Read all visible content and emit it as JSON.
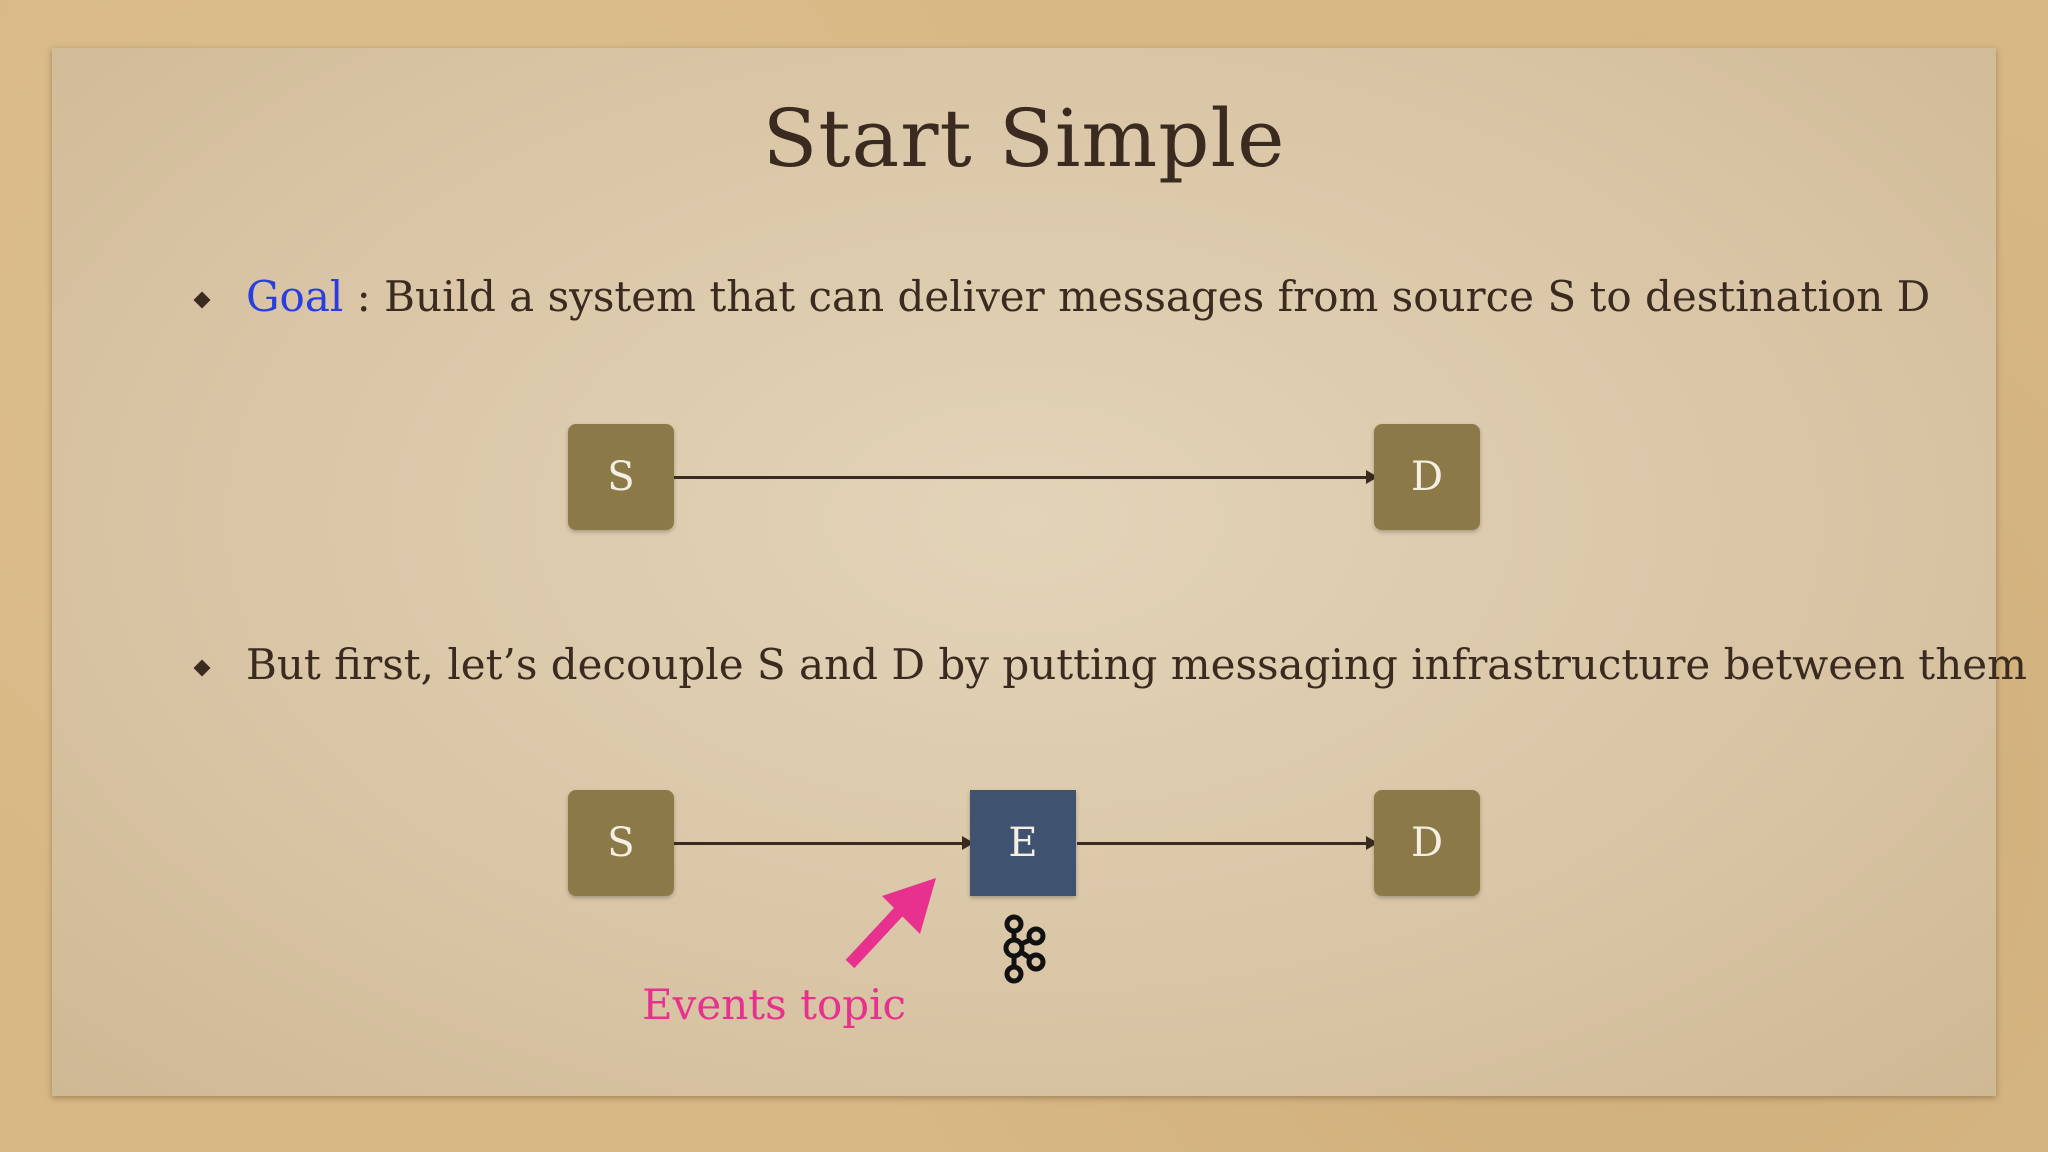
{
  "slide": {
    "title": "Start Simple",
    "bullet1": {
      "goal_label": "Goal",
      "text": " : Build a system that can deliver messages from source S to destination D"
    },
    "bullet2": {
      "text": "But first, let’s decouple S and D by putting messaging infrastructure between them"
    },
    "diagram1": {
      "source": "S",
      "destination": "D"
    },
    "diagram2": {
      "source": "S",
      "broker": "E",
      "destination": "D",
      "annotation": "Events topic",
      "broker_icon": "kafka-icon"
    }
  },
  "colors": {
    "background": "#d8b884",
    "paper": "#dcc9ab",
    "text": "#3a2a1f",
    "goal": "#2b3de0",
    "node": "#8b7a48",
    "broker": "#3f5270",
    "annotation": "#e8318f"
  }
}
